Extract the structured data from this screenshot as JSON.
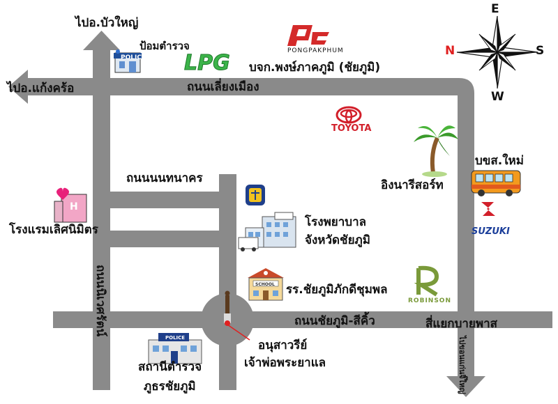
{
  "colors": {
    "road": "#8a8a8a",
    "compass_n": "#e02020",
    "toyota": "#d21f2a",
    "lpg": "#3cb44a",
    "pp_logo": "#d42a2a",
    "robinson": "#7a9a3a",
    "suzuki": "#1b3e9a",
    "bus": "#f39a1e",
    "marker": "#e02020"
  },
  "compass": {
    "n": "N",
    "e": "E",
    "s": "S",
    "w": "W"
  },
  "roads": {
    "to_bua_yai": "ไปอ.บัวใหญ่",
    "to_kaeng_khro": "ไปอ.แก้งคร้อ",
    "bypass_ring": "ถนนเลี่ยงเมือง",
    "nontanakhon": "ถนนนนทนาคร",
    "ratchakit": "ถนนนิเวศรัตน์",
    "chaiyaphum_sikhio": "ถนนชัยภูมิ-สีคิ้ว",
    "bypass_junction": "สี่แยกบายพาส",
    "to_khon_kaen": "ไปขอนแก่นจิ๊ใหญ่"
  },
  "places": {
    "police_box": "ป้อมตำรวจ",
    "police_icon_text": "POLICE",
    "lpg_text": "LPG",
    "pongpak_logo_text": "PONGPAKPHUM",
    "pongpak_name": "บจก.พงษ์ภาคภูมิ (ชัยภูมิ)",
    "toyota": "TOYOTA",
    "inn_resort": "อิงนารีสอร์ท",
    "new_bus_terminal": "บขส.ใหม่",
    "suzuki": "SUZUKI",
    "hotel": "โรงแรมเลิศนิมิตร",
    "hospital_line1": "โรงพยาบาล",
    "hospital_line2": "จังหวัดชัยภูมิ",
    "school_icon_text": "SCHOOL",
    "school": "รร.ชัยภูมิภักดีชุมพล",
    "robinson": "ROBINSON",
    "monument_line1": "อนุสาวรีย์",
    "monument_line2": "เจ้าพ่อพระยาแล",
    "police_station_icon_text": "POLICE",
    "police_station_line1": "สถานีตำรวจ",
    "police_station_line2": "ภูธรชัยภูมิ"
  }
}
